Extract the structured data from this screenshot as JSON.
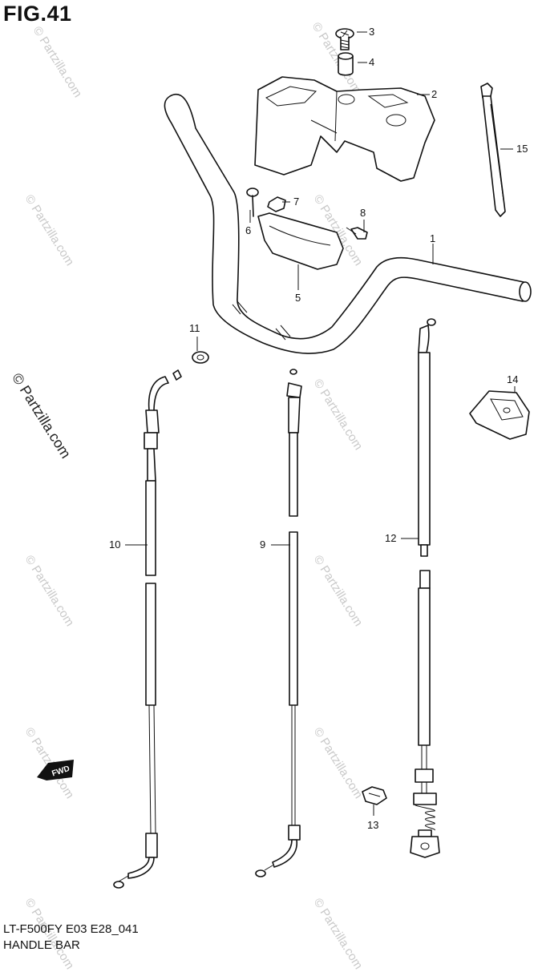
{
  "figure": {
    "title": "FIG.41",
    "model_code": "LT-F500FY E03 E28_041",
    "name": "HANDLE BAR"
  },
  "watermark": {
    "text": "© Partzilla.com"
  },
  "callouts": [
    "1",
    "2",
    "3",
    "4",
    "5",
    "6",
    "7",
    "8",
    "9",
    "10",
    "11",
    "12",
    "13",
    "14",
    "15"
  ],
  "direction_badge": "FWD"
}
